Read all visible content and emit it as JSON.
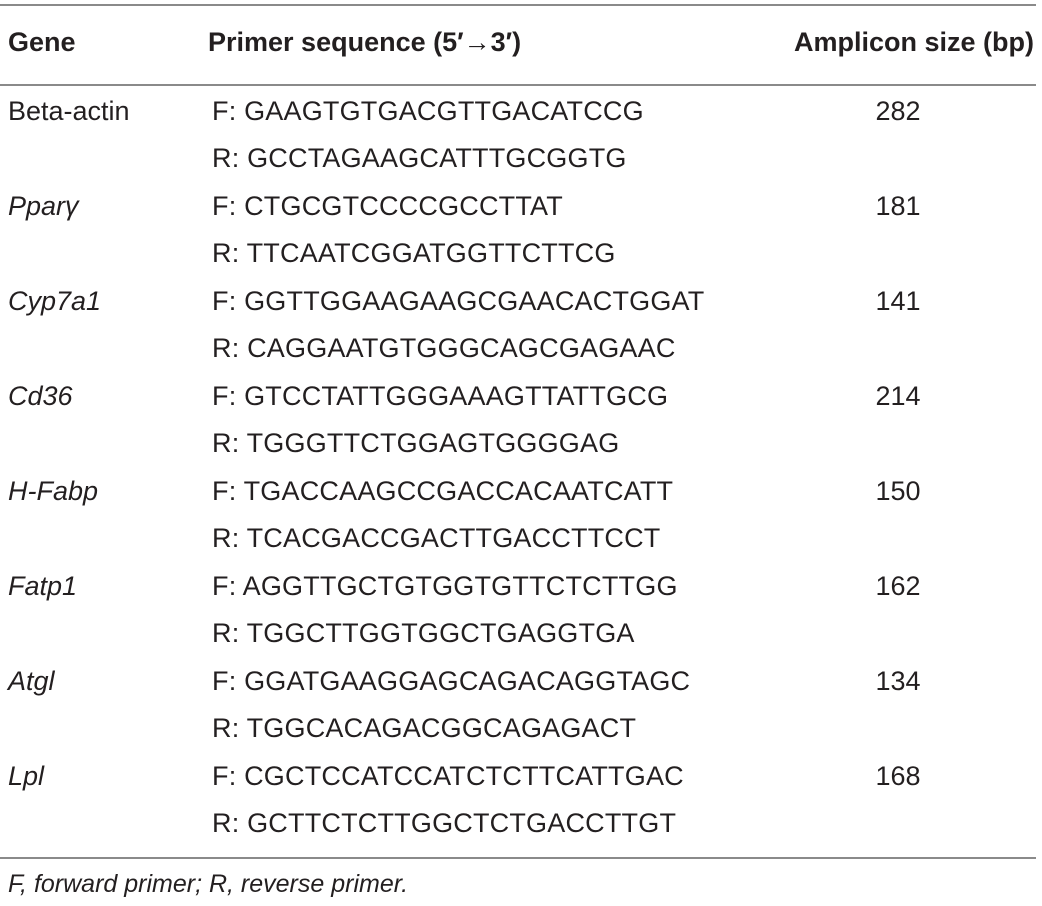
{
  "table": {
    "headers": {
      "gene": "Gene",
      "primer": "Primer sequence (5′→3′)",
      "amplicon": "Amplicon size (bp)"
    },
    "rows": [
      {
        "gene": "Beta-actin",
        "italic": false,
        "forward": "F: GAAGTGTGACGTTGACATCCG",
        "reverse": "R: GCCTAGAAGCATTTGCGGTG",
        "amplicon": "282"
      },
      {
        "gene": "Pparγ",
        "italic": true,
        "forward": "F: CTGCGTCCCCGCCTTAT",
        "reverse": "R: TTCAATCGGATGGTTCTTCG",
        "amplicon": "181"
      },
      {
        "gene": "Cyp7a1",
        "italic": true,
        "forward": "F: GGTTGGAAGAAGCGAACACTGGAT",
        "reverse": "R: CAGGAATGTGGGCAGCGAGAAC",
        "amplicon": "141"
      },
      {
        "gene": "Cd36",
        "italic": true,
        "forward": "F: GTCCTATTGGGAAAGTTATTGCG",
        "reverse": "R: TGGGTTCTGGAGTGGGGAG",
        "amplicon": "214"
      },
      {
        "gene": "H-Fabp",
        "italic": true,
        "forward": "F: TGACCAAGCCGACCACAATCATT",
        "reverse": "R: TCACGACCGACTTGACCTTCCT",
        "amplicon": "150"
      },
      {
        "gene": "Fatp1",
        "italic": true,
        "forward": "F: AGGTTGCTGTGGTGTTCTCTTGG",
        "reverse": "R: TGGCTTGGTGGCTGAGGTGA",
        "amplicon": "162"
      },
      {
        "gene": "Atgl",
        "italic": true,
        "forward": "F: GGATGAAGGAGCAGACAGGTAGC",
        "reverse": "R: TGGCACAGACGGCAGAGACT",
        "amplicon": "134"
      },
      {
        "gene": "Lpl",
        "italic": true,
        "forward": "F: CGCTCCATCCATCTCTTCATTGAC",
        "reverse": "R: GCTTCTCTTGGCTCTGACCTTGT",
        "amplicon": "168"
      }
    ],
    "footnote": "F, forward primer; R, reverse primer."
  }
}
